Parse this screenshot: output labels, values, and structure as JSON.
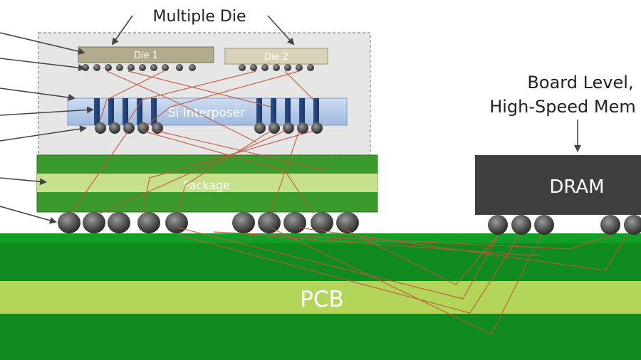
{
  "labels": {
    "multiple_die": "Multiple Die",
    "die1": "Die 1",
    "die2": "Die 2",
    "interposer": "Si Interposer",
    "package": "Package",
    "board_level_line1": "Board Level,",
    "board_level_line2": "High-Speed Mem",
    "dram": "DRAM",
    "pcb": "PCB"
  },
  "colors": {
    "pcb_green": "#0e8a1e",
    "pcb_band": "#b3d65a",
    "package_green": "#3a9a2a",
    "package_band": "#c7e08c",
    "interposer_blue": "#b6cde8",
    "die_tan": "#b2ac8c",
    "die2_tan": "#d9d4b8",
    "dram_dark": "#3f3f3f",
    "solder_gray": "#555555",
    "trace_red": "#c0573c",
    "arrow_gray": "#444444"
  }
}
